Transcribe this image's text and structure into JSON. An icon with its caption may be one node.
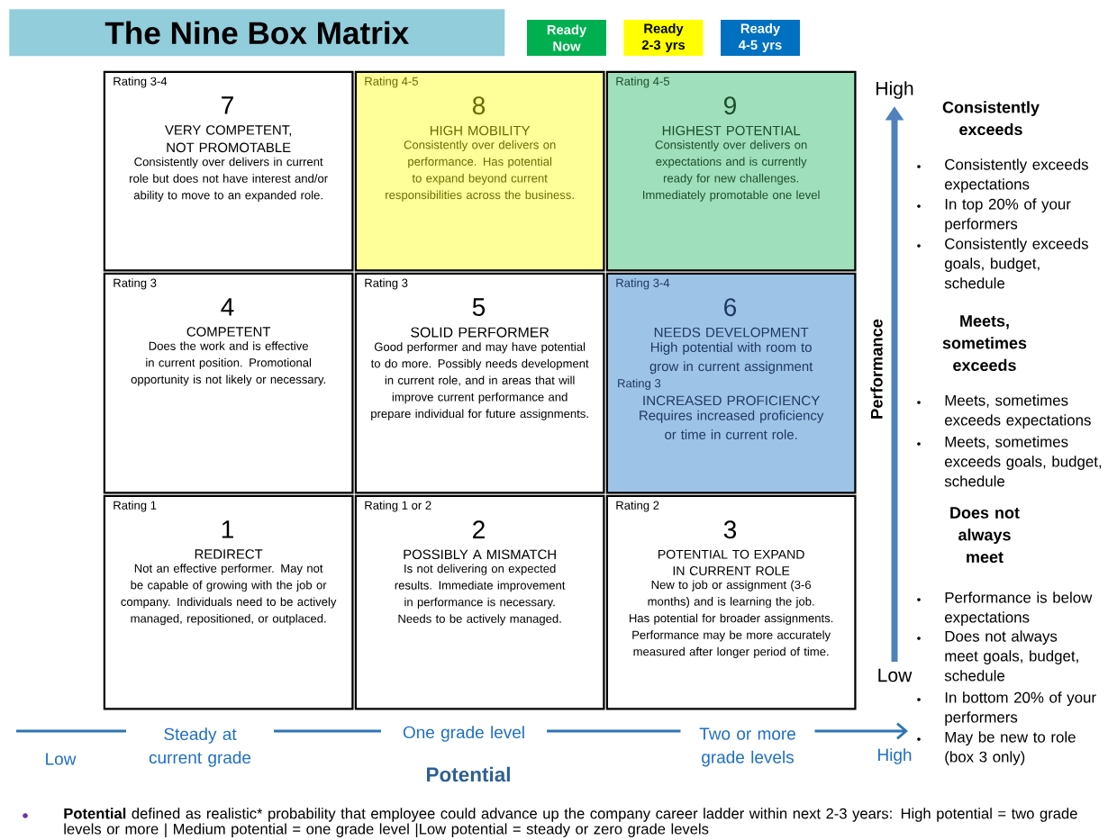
{
  "diagram": {
    "title": "The Nine Box Matrix",
    "nodes": [
      {
        "text": [
          "Rating 3-4",
          "7",
          "VERY COMPETENT, NOT PROMOTABLE",
          "Consistently over delivers in current role but does not have interest and/or ability to move to an expanded role."
        ]
      },
      {
        "text": [
          "Rating 4-5",
          "8",
          "HIGH MOBILITY",
          "Consistently over delivers on performance. Has potential to expand beyond current responsibilities across the business."
        ]
      },
      {
        "text": [
          "Rating 4-5",
          "9",
          "HIGHEST POTENTIAL",
          "Consistently over delivers on expectations and is currently ready for new challenges. Immediately promotable one level"
        ]
      },
      {
        "text": [
          "Rating 3",
          "4",
          "COMPETENT",
          "Does the work and is effective in current position. Promotional opportunity is not likely or necessary."
        ]
      },
      {
        "text": [
          "Rating 3",
          "5",
          "SOLID PERFORMER",
          "Good performer and may have potential to do more. Possibly needs development in current role, and in areas that will improve current performance and prepare individual for future assignments."
        ]
      },
      {
        "text": [
          "Rating 3-4",
          "6",
          "NEEDS DEVELOPMENT",
          "High potential with room to grow in current assignment",
          "Rating 3",
          "INCREASED PROFICIENCY",
          "Requires increased proficiency or time in current role."
        ]
      },
      {
        "text": [
          "Rating 1",
          "1",
          "REDIRECT",
          "Not an effective performer. May not be capable of growing with the job or company. Individuals need to be actively managed, repositioned, or outplaced."
        ]
      },
      {
        "text": [
          "Rating 1 or 2",
          "2",
          "POSSIBLY A MISMATCH",
          "Is not delivering on expected results. Immediate improvement in performance is necessary. Needs to be actively managed."
        ]
      },
      {
        "text": [
          "Rating 2",
          "3",
          "POTENTIAL TO EXPAND IN CURRENT ROLE",
          "New to job or assignment (3-6 months) and is learning the job. Has potential for broader assignments. Performance may be more accurately measured after longer period of time."
        ]
      }
    ],
    "labels": [
      "High",
      "Consistently exceeds",
      "Consistently exceeds expectations",
      "In top 20% of your performers",
      "Consistently exceeds goals, budget, schedule",
      "Performance",
      "Meets, sometimes exceeds",
      "Meets, sometimes exceeds expectations",
      "Meets, sometimes exceeds goals, budget, schedule",
      "Does not always meet",
      "Performance is below expectations",
      "Does not always meet goals, budget, schedule",
      "Low",
      "In bottom 20% of your performers",
      "May be new to role (box 3 only)",
      "Low",
      "Steady at current grade",
      "One grade level",
      "Two or more grade levels",
      "High",
      "Potential",
      "**Potential** defined as realistic* probability that employee could advance up the company career ladder within next 2-3 years: High potential = two grade levels or more | Medium potential = one grade level |Low potential = steady or zero grade levels"
    ],
    "legend": [
      {
        "text": "Ready Now",
        "color": "#00b050"
      },
      {
        "text": "Ready 2-3 yrs",
        "color": "#ffff00"
      },
      {
        "text": "Ready 4-5 yrs",
        "color": "#0070c0"
      }
    ]
  }
}
